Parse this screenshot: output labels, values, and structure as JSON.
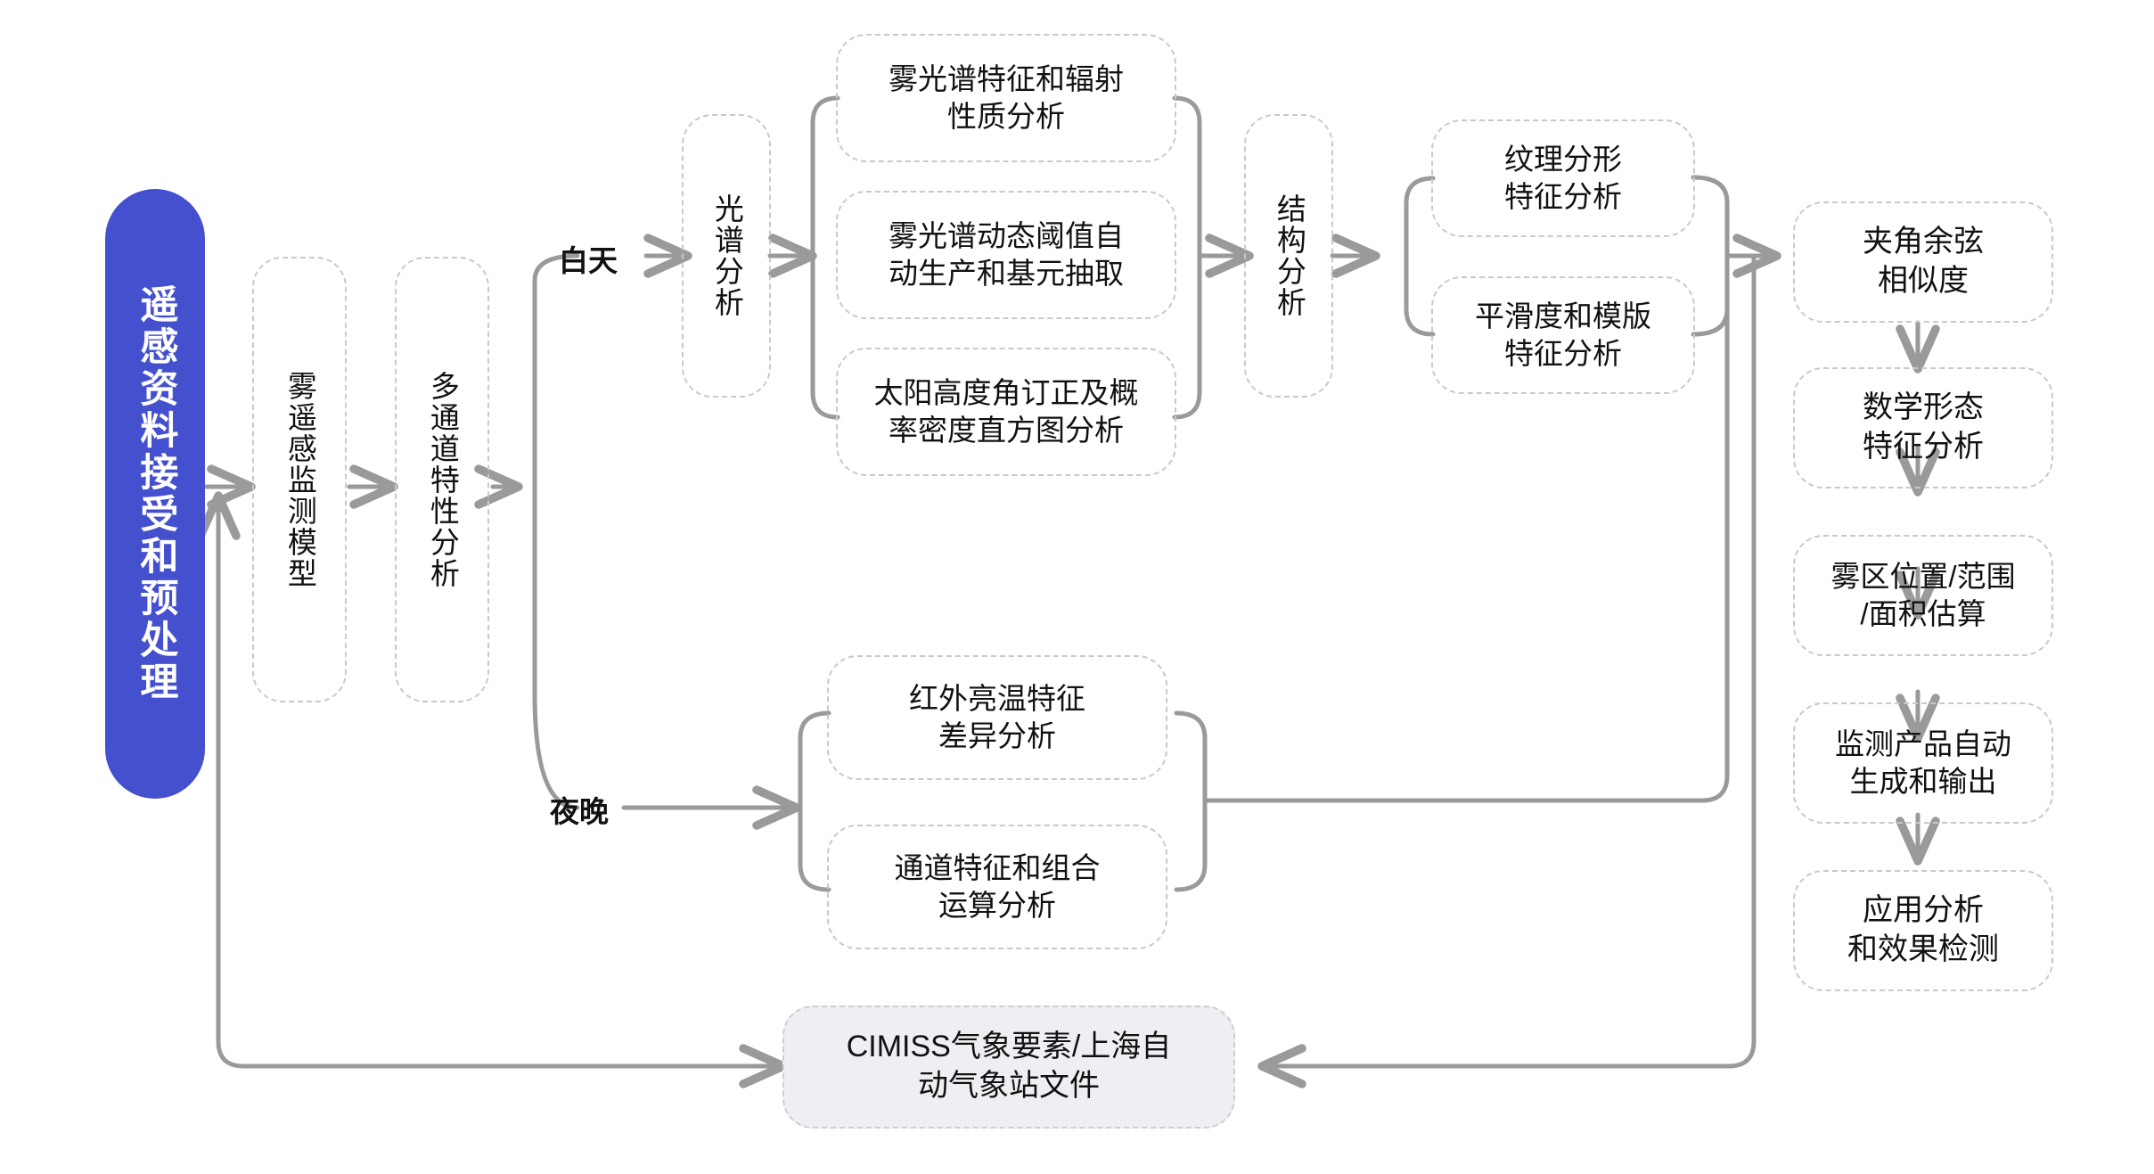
{
  "diagram": {
    "title_node": "遥感资料接受和预处理",
    "stage1": "雾遥感监测模型",
    "stage2": "多通道特性分析",
    "branch_day": "白天",
    "branch_night": "夜晚",
    "spectral_analysis": "光谱分析",
    "structure_analysis": "结构分析",
    "day_boxes": [
      "雾光谱特征和辐射\n性质分析",
      "雾光谱动态阈值自\n动生产和基元抽取",
      "太阳高度角订正及概\n率密度直方图分析"
    ],
    "structure_boxes": [
      "纹理分形\n特征分析",
      "平滑度和模版\n特征分析"
    ],
    "night_boxes": [
      "红外亮温特征\n差异分析",
      "通道特征和组合\n运算分析"
    ],
    "right_chain": [
      "夹角余弦\n相似度",
      "数学形态\n特征分析",
      "雾区位置/范围\n/面积估算",
      "监测产品自动\n生成和输出",
      "应用分析\n和效果检测"
    ],
    "data_source": "CIMISS气象要素/上海自\n动气象站文件",
    "colors": {
      "accent": "#4450ce",
      "dashed_border": "#c9c9c9",
      "wire": "#9a9a9a",
      "soft_fill": "#efeef2",
      "text": "#111111"
    }
  }
}
